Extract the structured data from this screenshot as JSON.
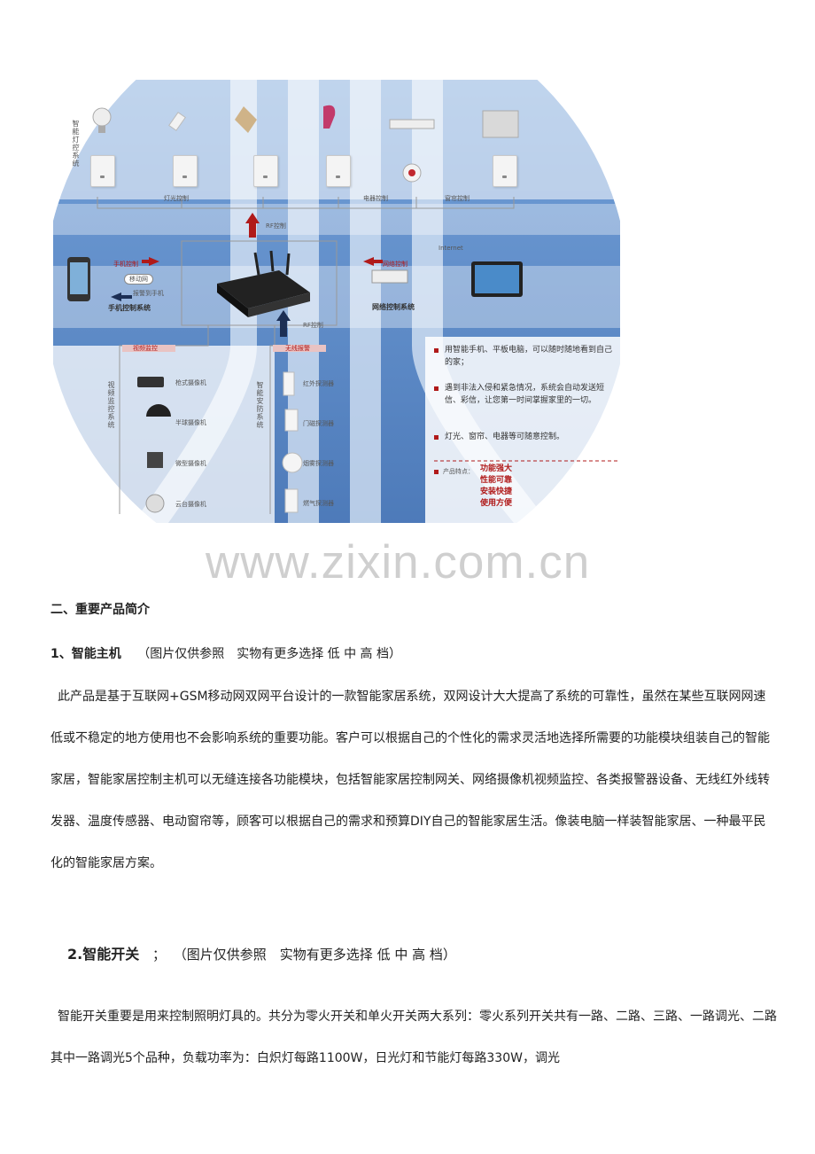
{
  "diagram": {
    "lighting_system": "智能灯控系统",
    "label_light_control": "灯光控制",
    "label_appliance_control": "电器控制",
    "label_curtain_control": "窗帘控制",
    "label_rf_top": "RF控制",
    "label_rf_bottom": "RF控制",
    "label_phone_control": "手机控制",
    "label_mobile_net": "移动网",
    "label_alarm_phone": "报警到手机",
    "phone_system": "手机控制系统",
    "label_network_control": "网络控制",
    "label_internet": "Internet",
    "network_system": "网络控制系统",
    "video_header": "视频监控",
    "video_system": "视频监控系统",
    "cameras": [
      "枪式摄像机",
      "半球摄像机",
      "微型摄像机",
      "云台摄像机"
    ],
    "alarm_header": "无线报警",
    "security_system": "智能安防系统",
    "detectors": [
      "红外探测器",
      "门磁探测器",
      "烟雾探测器",
      "燃气探测器"
    ],
    "features": [
      "用智能手机、平板电脑，可以随时随地看到自己的家；",
      "遇到非法入侵和紧急情况，系统会自动发送短信、彩信，让您第一时间掌握家里的一切。",
      "灯光、窗帘、电器等可随意控制。"
    ],
    "product_features_label": "产品特点：",
    "product_features": [
      "功能强大",
      "性能可靠",
      "安装快捷",
      "使用方便"
    ]
  },
  "watermark": "www.zixin.com.cn",
  "section_title": "二、重要产品简介",
  "item1": {
    "title": "1、智能主机",
    "note": "（图片仅供参照　实物有更多选择  低  中  高  档）",
    "body": "此产品是基于互联网+GSM移动网双网平台设计的一款智能家居系统，双网设计大大提高了系统的可靠性，虽然在某些互联网网速低或不稳定的地方使用也不会影响系统的重要功能。客户可以根据自己的个性化的需求灵活地选择所需要的功能模块组装自己的智能家居，智能家居控制主机可以无缝连接各功能模块，包括智能家居控制网关、网络摄像机视频监控、各类报警器设备、无线红外线转发器、温度传感器、电动窗帘等，顾客可以根据自己的需求和预算DIY自己的智能家居生活。像装电脑一样装智能家居、一种最平民化的智能家居方案。"
  },
  "item2": {
    "title": "2.智能开关",
    "sep": "；",
    "note": "（图片仅供参照　实物有更多选择  低  中  高  档）",
    "body": "智能开关重要是用来控制照明灯具的。共分为零火开关和单火开关两大系列：零火系列开关共有一路、二路、三路、一路调光、二路其中一路调光5个品种，负载功率为：白炽灯每路1100W，日光灯和节能灯每路330W，调光"
  },
  "colors": {
    "disc": "#3f73b8",
    "accent": "#b01a1a"
  }
}
